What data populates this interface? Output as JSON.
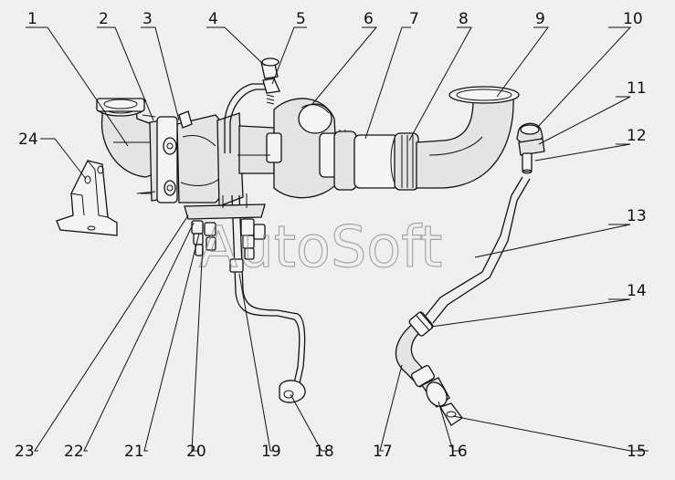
{
  "watermark": "AutoSoft",
  "callouts": [
    "1",
    "2",
    "3",
    "4",
    "5",
    "6",
    "7",
    "8",
    "9",
    "10",
    "11",
    "12",
    "13",
    "14",
    "15",
    "16",
    "17",
    "18",
    "19",
    "20",
    "21",
    "22",
    "23",
    "24"
  ]
}
